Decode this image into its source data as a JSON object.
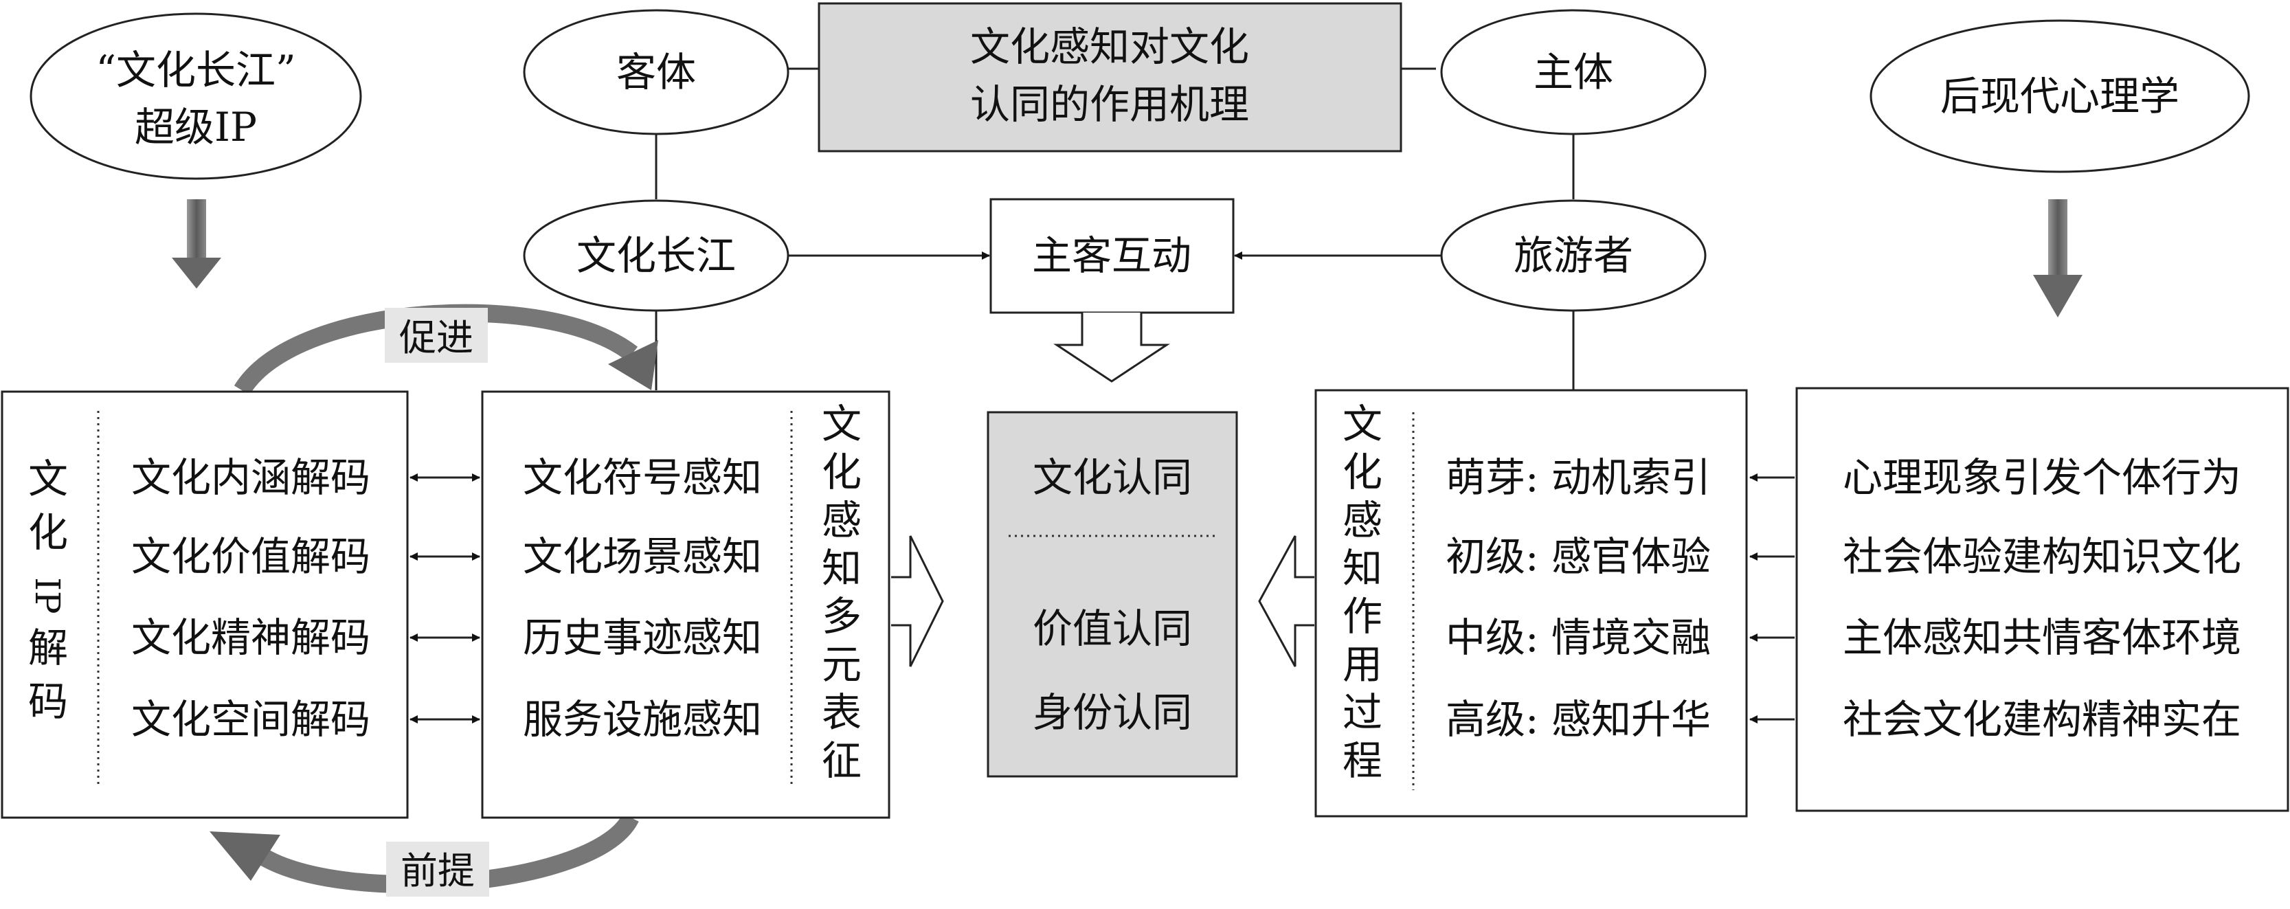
{
  "title": {
    "line1": "文化感知对文化",
    "line2": "认同的作用机理"
  },
  "ellipses": {
    "ip": {
      "line1": "“文化长江”",
      "line2": "超级IP"
    },
    "object": "客体",
    "subject": "主体",
    "psychology": "后现代心理学",
    "yangtze": "文化长江",
    "tourist": "旅游者"
  },
  "interaction": "主客互动",
  "arc_labels": {
    "promote": "促进",
    "premise": "前提"
  },
  "decoding": {
    "side_label": [
      "文",
      "化",
      "IP",
      "解",
      "码"
    ],
    "items": [
      "文化内涵解码",
      "文化价值解码",
      "文化精神解码",
      "文化空间解码"
    ]
  },
  "perception": {
    "items": [
      "文化符号感知",
      "文化场景感知",
      "历史事迹感知",
      "服务设施感知"
    ],
    "side_label": [
      "文",
      "化",
      "感",
      "知",
      "多",
      "元",
      "表",
      "征"
    ]
  },
  "identity": {
    "main": "文化认同",
    "sub1": "价值认同",
    "sub2": "身份认同"
  },
  "process": {
    "side_label": [
      "文",
      "化",
      "感",
      "知",
      "作",
      "用",
      "过",
      "程"
    ],
    "items": [
      "萌芽: 动机索引",
      "初级: 感官体验",
      "中级: 情境交融",
      "高级: 感知升华"
    ]
  },
  "psych_items": [
    "心理现象引发个体行为",
    "社会体验建构知识文化",
    "主体感知共情客体环境",
    "社会文化建构精神实在"
  ]
}
